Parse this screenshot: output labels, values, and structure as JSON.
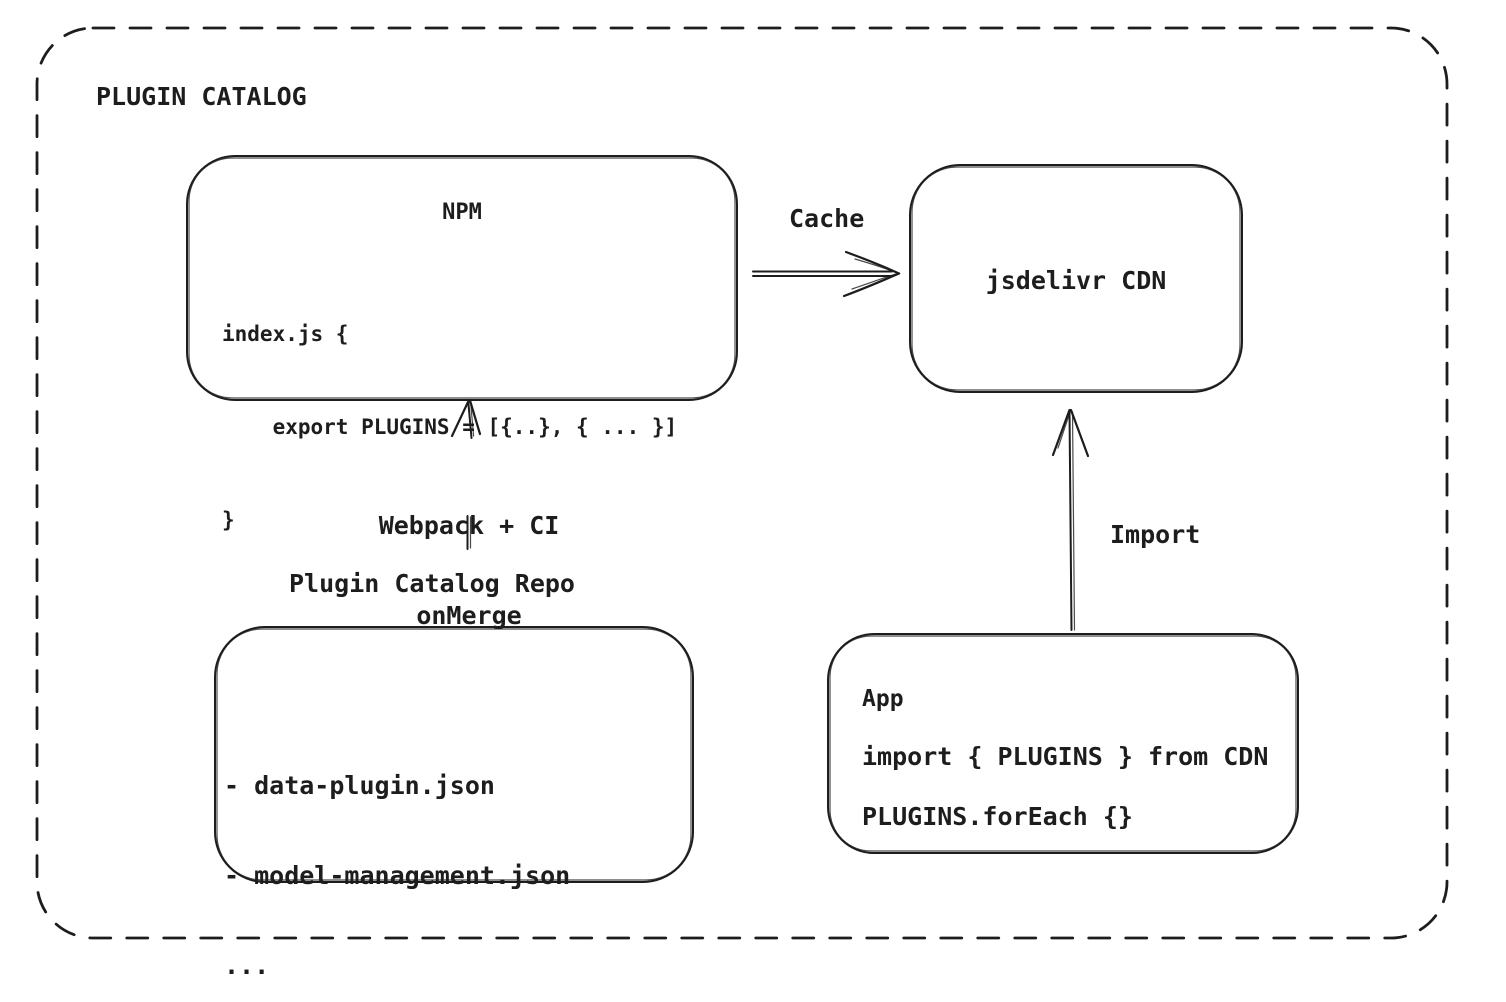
{
  "colors": {
    "ink": "#1d1d1d",
    "background": "#ffffff"
  },
  "diagram": {
    "title": "PLUGIN CATALOG",
    "nodes": {
      "npm": {
        "title": "NPM",
        "code": [
          "index.js {",
          "    export PLUGINS = [{..}, { ... }]",
          "}"
        ]
      },
      "cdn": {
        "label": "jsdelivr CDN"
      },
      "repo": {
        "label": "Plugin Catalog Repo",
        "files": [
          "- data-plugin.json",
          "- model-management.json",
          "..."
        ]
      },
      "app": {
        "title": "App",
        "code": [
          "import { PLUGINS } from CDN",
          "PLUGINS.forEach {}"
        ]
      }
    },
    "edges": {
      "cache": {
        "label": "Cache",
        "from": "npm",
        "to": "cdn"
      },
      "build": {
        "label_top": "Webpack + CI",
        "label_bottom": "onMerge",
        "from": "repo",
        "to": "npm"
      },
      "import": {
        "label": "Import",
        "from": "app",
        "to": "cdn"
      }
    }
  }
}
